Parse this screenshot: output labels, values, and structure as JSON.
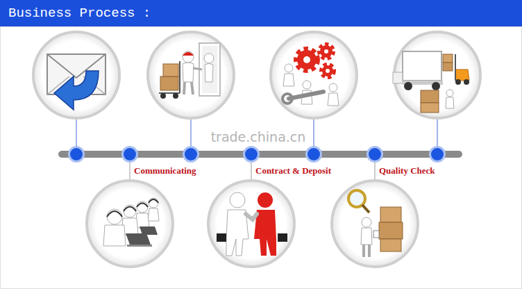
{
  "diagram": {
    "title": "Business Process :",
    "labels": [
      "Communicating",
      "Contract & Deposit",
      "Quality Check",
      "trade.china.cn"
    ]
  }
}
